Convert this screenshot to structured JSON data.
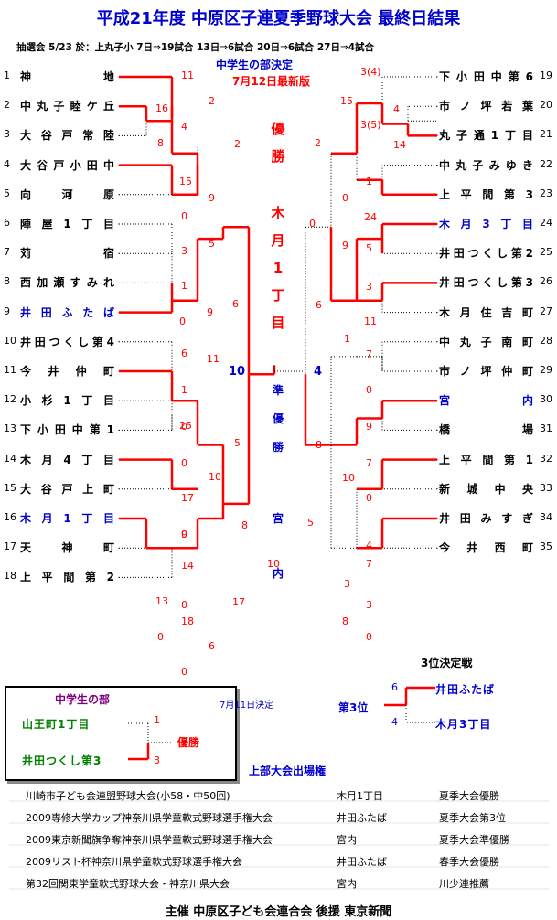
{
  "title": "平成21年度 中原区子連夏季野球大会 最終日結果",
  "lottery": "抽選会 5/23 於：上丸子小 7日⇒19試合 13日⇒6試合 20日⇒6試合 27日⇒4試合",
  "subtitle": "中学生の部決定",
  "update": "7月12日最新版",
  "champion": {
    "label": [
      "優",
      "勝"
    ],
    "team": [
      "木",
      "月",
      "1",
      "丁",
      "目"
    ]
  },
  "runner_up": {
    "label": [
      "準",
      "優",
      "勝"
    ],
    "team": [
      "宮",
      "内"
    ]
  },
  "final_scores": {
    "left": "10",
    "right": "4"
  },
  "left_teams": [
    {
      "no": "1",
      "name": "神地"
    },
    {
      "no": "2",
      "name": "中丸子睦ケ丘"
    },
    {
      "no": "3",
      "name": "大谷戸常陸"
    },
    {
      "no": "4",
      "name": "大谷戸小田中"
    },
    {
      "no": "5",
      "name": "向河原"
    },
    {
      "no": "6",
      "name": "陣屋1丁目"
    },
    {
      "no": "7",
      "name": "苅宿"
    },
    {
      "no": "8",
      "name": "西加瀬すみれ"
    },
    {
      "no": "9",
      "name": "井田ふたば"
    },
    {
      "no": "10",
      "name": "井田つくし第4"
    },
    {
      "no": "11",
      "name": "今井仲町"
    },
    {
      "no": "12",
      "name": "小杉1丁目"
    },
    {
      "no": "13",
      "name": "下小田中第1"
    },
    {
      "no": "14",
      "name": "木月4丁目"
    },
    {
      "no": "15",
      "name": "大谷戸上町"
    },
    {
      "no": "16",
      "name": "木月1丁目"
    },
    {
      "no": "17",
      "name": "天神町"
    },
    {
      "no": "18",
      "name": "上平間第2"
    }
  ],
  "right_teams": [
    {
      "no": "19",
      "name": "下小田中第6"
    },
    {
      "no": "20",
      "name": "市ノ坪若葉"
    },
    {
      "no": "21",
      "name": "丸子通1丁目"
    },
    {
      "no": "22",
      "name": "中丸子みゆき"
    },
    {
      "no": "23",
      "name": "上平間第3"
    },
    {
      "no": "24",
      "name": "木月3丁目"
    },
    {
      "no": "25",
      "name": "井田つくし第2"
    },
    {
      "no": "26",
      "name": "井田つくし第3"
    },
    {
      "no": "27",
      "name": "木月住吉町"
    },
    {
      "no": "28",
      "name": "中丸子南町"
    },
    {
      "no": "29",
      "name": "市ノ坪仲町"
    },
    {
      "no": "30",
      "name": "宮内"
    },
    {
      "no": "31",
      "name": "橋場"
    },
    {
      "no": "32",
      "name": "上平間第1"
    },
    {
      "no": "33",
      "name": "新城中央"
    },
    {
      "no": "34",
      "name": "井田みすぎ"
    },
    {
      "no": "35",
      "name": "今井西町"
    }
  ],
  "scores_left": [
    "11",
    "16",
    "4",
    "8",
    "2",
    "15",
    "0",
    "9",
    "2",
    "3",
    "5",
    "1",
    "0",
    "9",
    "6",
    "11",
    "6",
    "1",
    "0",
    "25",
    "5",
    "0",
    "10",
    "17",
    "0",
    "8",
    "9",
    "14",
    "0",
    "13",
    "18",
    "0",
    "6",
    "0",
    "17",
    "10"
  ],
  "scores_right": [
    "3(4)",
    "15",
    "4",
    "3(5)",
    "14",
    "2",
    "1",
    "0",
    "24",
    "5",
    "9",
    "3",
    "11",
    "1",
    "7",
    "6",
    "0",
    "0",
    "9",
    "8",
    "7",
    "10",
    "0",
    "5",
    "4",
    "7",
    "3",
    "3",
    "8",
    "0"
  ],
  "third_place": {
    "title": "3位決定戦",
    "label": "第3位",
    "teams": [
      {
        "name": "井田ふたば",
        "score": "6"
      },
      {
        "name": "木月3丁目",
        "score": "4"
      }
    ]
  },
  "middle_school": {
    "title": "中学生の部",
    "date": "7月11日決定",
    "result": "優勝",
    "teams": [
      {
        "name": "山王町1丁目",
        "score": "1"
      },
      {
        "name": "井田つくし第3",
        "score": "3"
      }
    ]
  },
  "higher_tournament": "上部大会出場権",
  "qualifiers": [
    {
      "event": "川崎市子ども会連盟野球大会(小58・中50回)",
      "team": "木月1丁目",
      "award": "夏季大会優勝"
    },
    {
      "event": "2009専修大学カップ神奈川県学童軟式野球選手権大会",
      "team": "井田ふたば",
      "award": "夏季大会第3位"
    },
    {
      "event": "2009東京新聞旗争奪神奈川県学童軟式野球選手権大会",
      "team": "宮内",
      "award": "夏季大会準優勝"
    },
    {
      "event": "2009リスト杯神奈川県学童軟式野球選手権大会",
      "team": "井田ふたば",
      "award": "春季大会優勝"
    },
    {
      "event": "第32回関東学童軟式野球大会・神奈川県大会",
      "team": "宮内",
      "award": "川少連推薦"
    }
  ],
  "credit": "主催 中原区子ども会連合会 後援 東京新聞",
  "colors": {
    "win": "#ff0000",
    "lose": "#000000",
    "blue": "#0000cc",
    "green": "#008000",
    "purple": "#800080"
  }
}
